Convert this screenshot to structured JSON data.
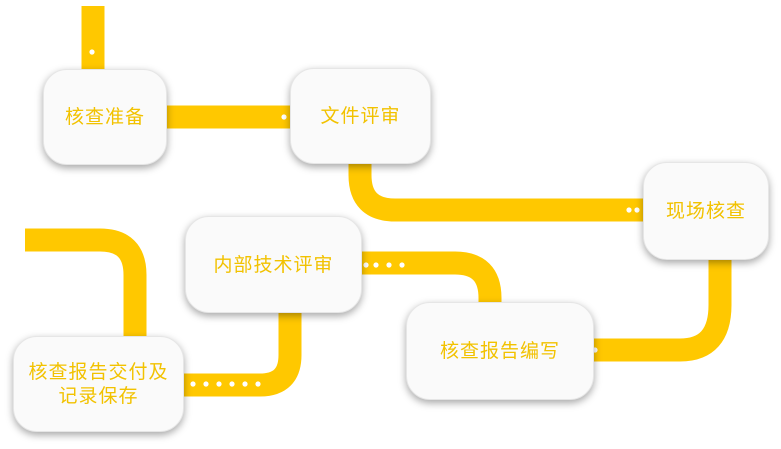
{
  "diagram": {
    "steps": [
      {
        "label": "核查准备"
      },
      {
        "label": "文件评审"
      },
      {
        "label": "现场核查"
      },
      {
        "label": "核查报告编写"
      },
      {
        "label": "内部技术评审"
      },
      {
        "label": "核查报告交付及\n记录保存"
      }
    ]
  },
  "colors": {
    "path": "#ffc800",
    "text": "#f2c200",
    "box_fill": "#fafafa",
    "dots": "#ffffff"
  }
}
